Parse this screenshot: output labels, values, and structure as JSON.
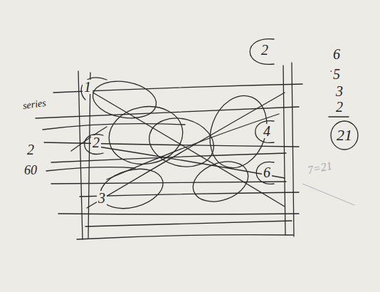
{
  "diagram": {
    "nodes": [
      {
        "text": [
          "21"
        ]
      }
    ],
    "labels": [
      "series",
      "2",
      "60",
      "1",
      "2",
      "3",
      "2",
      "4",
      "6",
      "6",
      "5",
      "3",
      "2",
      "7=21"
    ]
  }
}
